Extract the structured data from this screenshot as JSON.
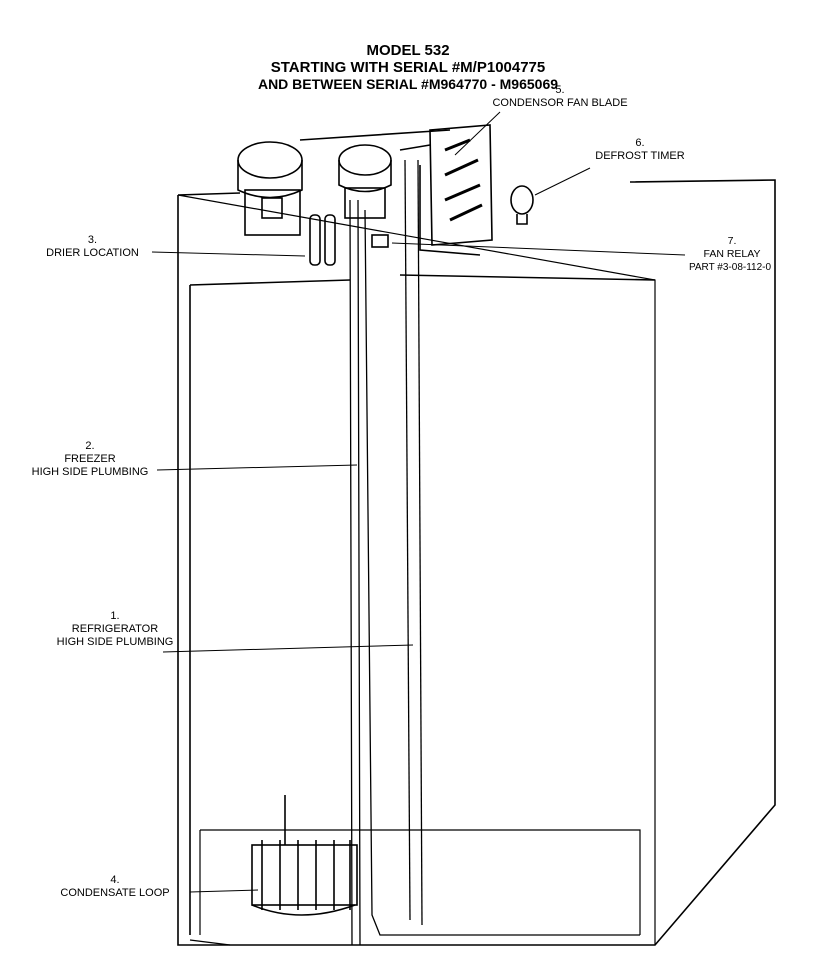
{
  "header": {
    "line1": "MODEL 532",
    "line2": "STARTING WITH SERIAL #M/P1004775",
    "line3": "AND BETWEEN SERIAL #M964770 - M965069"
  },
  "callouts": [
    {
      "num": "1.",
      "text1": "REFRIGERATOR",
      "text2": "HIGH SIDE PLUMBING"
    },
    {
      "num": "2.",
      "text1": "FREEZER",
      "text2": "HIGH SIDE PLUMBING"
    },
    {
      "num": "3.",
      "text1": "DRIER LOCATION"
    },
    {
      "num": "4.",
      "text1": "CONDENSATE LOOP"
    },
    {
      "num": "5.",
      "text1": "CONDENSOR FAN BLADE"
    },
    {
      "num": "6.",
      "text1": "DEFROST TIMER"
    },
    {
      "num": "7.",
      "text1": "FAN RELAY",
      "text2": "PART #3-08-112-0"
    }
  ]
}
